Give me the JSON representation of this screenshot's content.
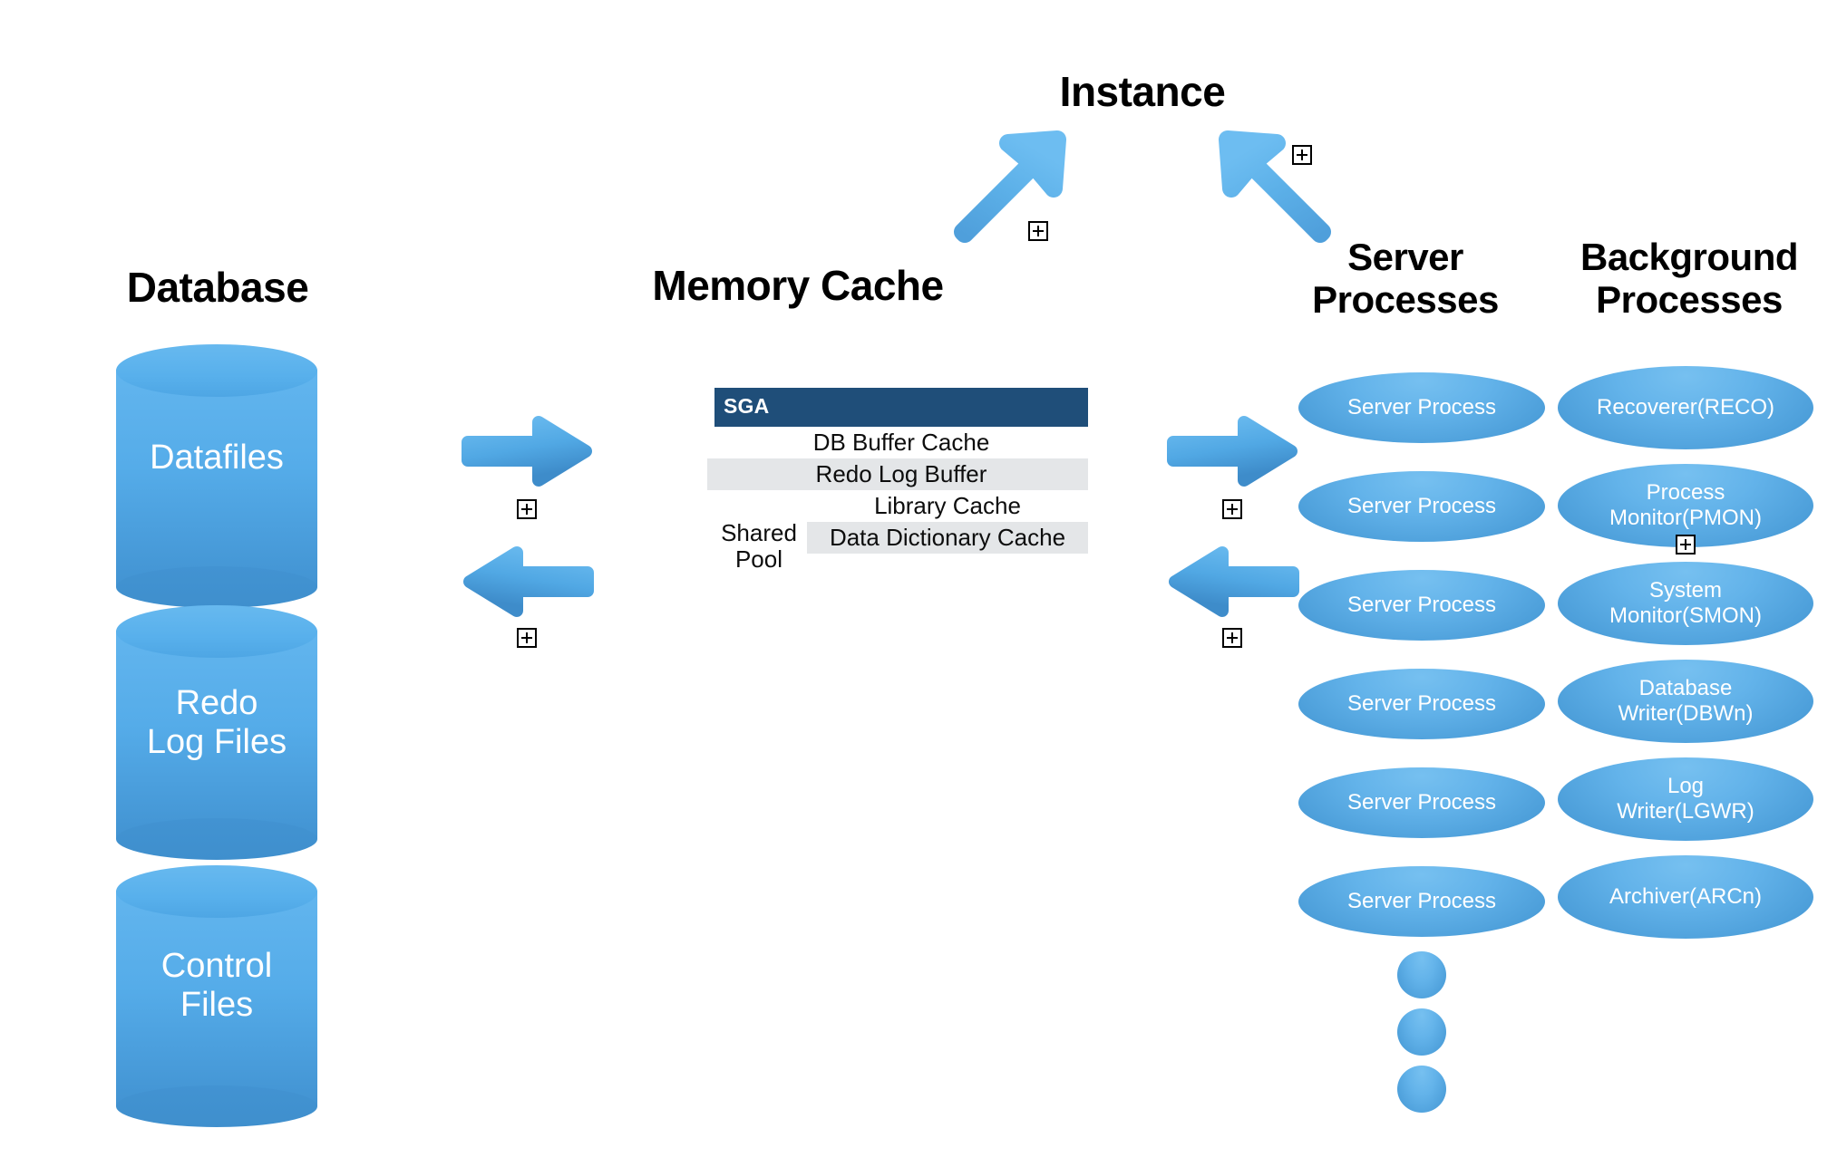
{
  "headings": {
    "database": "Database",
    "memory_cache": "Memory Cache",
    "instance": "Instance",
    "server_processes": "Server\nProcesses",
    "background_processes": "Background\nProcesses"
  },
  "database": {
    "cylinders": [
      {
        "label": "Datafiles"
      },
      {
        "label": "Redo\nLog Files"
      },
      {
        "label": "Control\nFiles"
      }
    ]
  },
  "sga": {
    "header": "SGA",
    "shared_pool_label": "Shared\nPool",
    "rows": [
      {
        "label": "DB Buffer Cache",
        "shaded": false,
        "indented": false
      },
      {
        "label": "Redo Log Buffer",
        "shaded": true,
        "indented": false
      },
      {
        "label": "Library Cache",
        "shaded": false,
        "indented": false
      },
      {
        "label": "Data Dictionary Cache",
        "shaded": true,
        "indented": true
      }
    ]
  },
  "server_processes": {
    "items": [
      {
        "label": "Server Process"
      },
      {
        "label": "Server Process"
      },
      {
        "label": "Server Process"
      },
      {
        "label": "Server Process"
      },
      {
        "label": "Server Process"
      },
      {
        "label": "Server Process"
      }
    ],
    "ellipsis_dots": 3
  },
  "background_processes": {
    "items": [
      {
        "label": "Recoverer(RECO)"
      },
      {
        "label": "Process\nMonitor(PMON)"
      },
      {
        "label": "System\nMonitor(SMON)"
      },
      {
        "label": "Database\nWriter(DBWn)"
      },
      {
        "label": "Log\nWriter(LGWR)"
      },
      {
        "label": "Archiver(ARCn)"
      }
    ]
  },
  "arrows": [
    {
      "name": "db-to-sga-right",
      "direction": "right"
    },
    {
      "name": "sga-to-db-left",
      "direction": "left"
    },
    {
      "name": "sga-to-processes-right",
      "direction": "right"
    },
    {
      "name": "processes-to-sga-left",
      "direction": "left"
    },
    {
      "name": "instance-up-right",
      "direction": "up-right"
    },
    {
      "name": "instance-up-left",
      "direction": "up-left"
    }
  ],
  "colors": {
    "accent_blue": "#4d9fda",
    "light_blue": "#67b9ef",
    "sga_header_navy": "#1f4e79",
    "row_shade_gray": "#e4e6e8",
    "text_dark": "#0d0d0d",
    "text_white": "#ffffff",
    "background": "#ffffff"
  }
}
